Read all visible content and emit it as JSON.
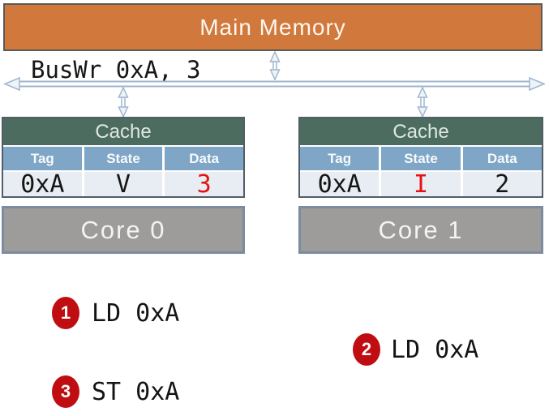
{
  "main_memory": {
    "label": "Main Memory"
  },
  "bus": {
    "label": "BusWr 0xA, 3"
  },
  "caches": [
    {
      "title": "Cache",
      "headers": [
        "Tag",
        "State",
        "Data"
      ],
      "cells": [
        {
          "text": "0xA",
          "style": "color:#151515"
        },
        {
          "text": "V",
          "style": "color:#151515"
        },
        {
          "text": "3",
          "style": "color:#e41313"
        }
      ]
    },
    {
      "title": "Cache",
      "headers": [
        "Tag",
        "State",
        "Data"
      ],
      "cells": [
        {
          "text": "0xA",
          "style": "color:#151515"
        },
        {
          "text": "I",
          "style": "color:#e41313"
        },
        {
          "text": "2",
          "style": "color:#151515"
        }
      ]
    }
  ],
  "cores": [
    {
      "label": "Core 0"
    },
    {
      "label": "Core 1"
    }
  ],
  "steps": [
    {
      "num": "1",
      "label": "LD 0xA"
    },
    {
      "num": "2",
      "label": "LD 0xA"
    },
    {
      "num": "3",
      "label": "ST 0xA"
    }
  ],
  "colors": {
    "memory_orange": "#d1793c",
    "cache_header_green": "#4d6c60",
    "table_header_blue": "#7fa6c6",
    "table_row_bg": "#e8edf3",
    "core_gray": "#9d9c9a",
    "core_border": "#7b8ca0",
    "highlight_red": "#e41313",
    "step_circle_red": "#c00d12",
    "bus_blue": "#9fb6ce"
  }
}
